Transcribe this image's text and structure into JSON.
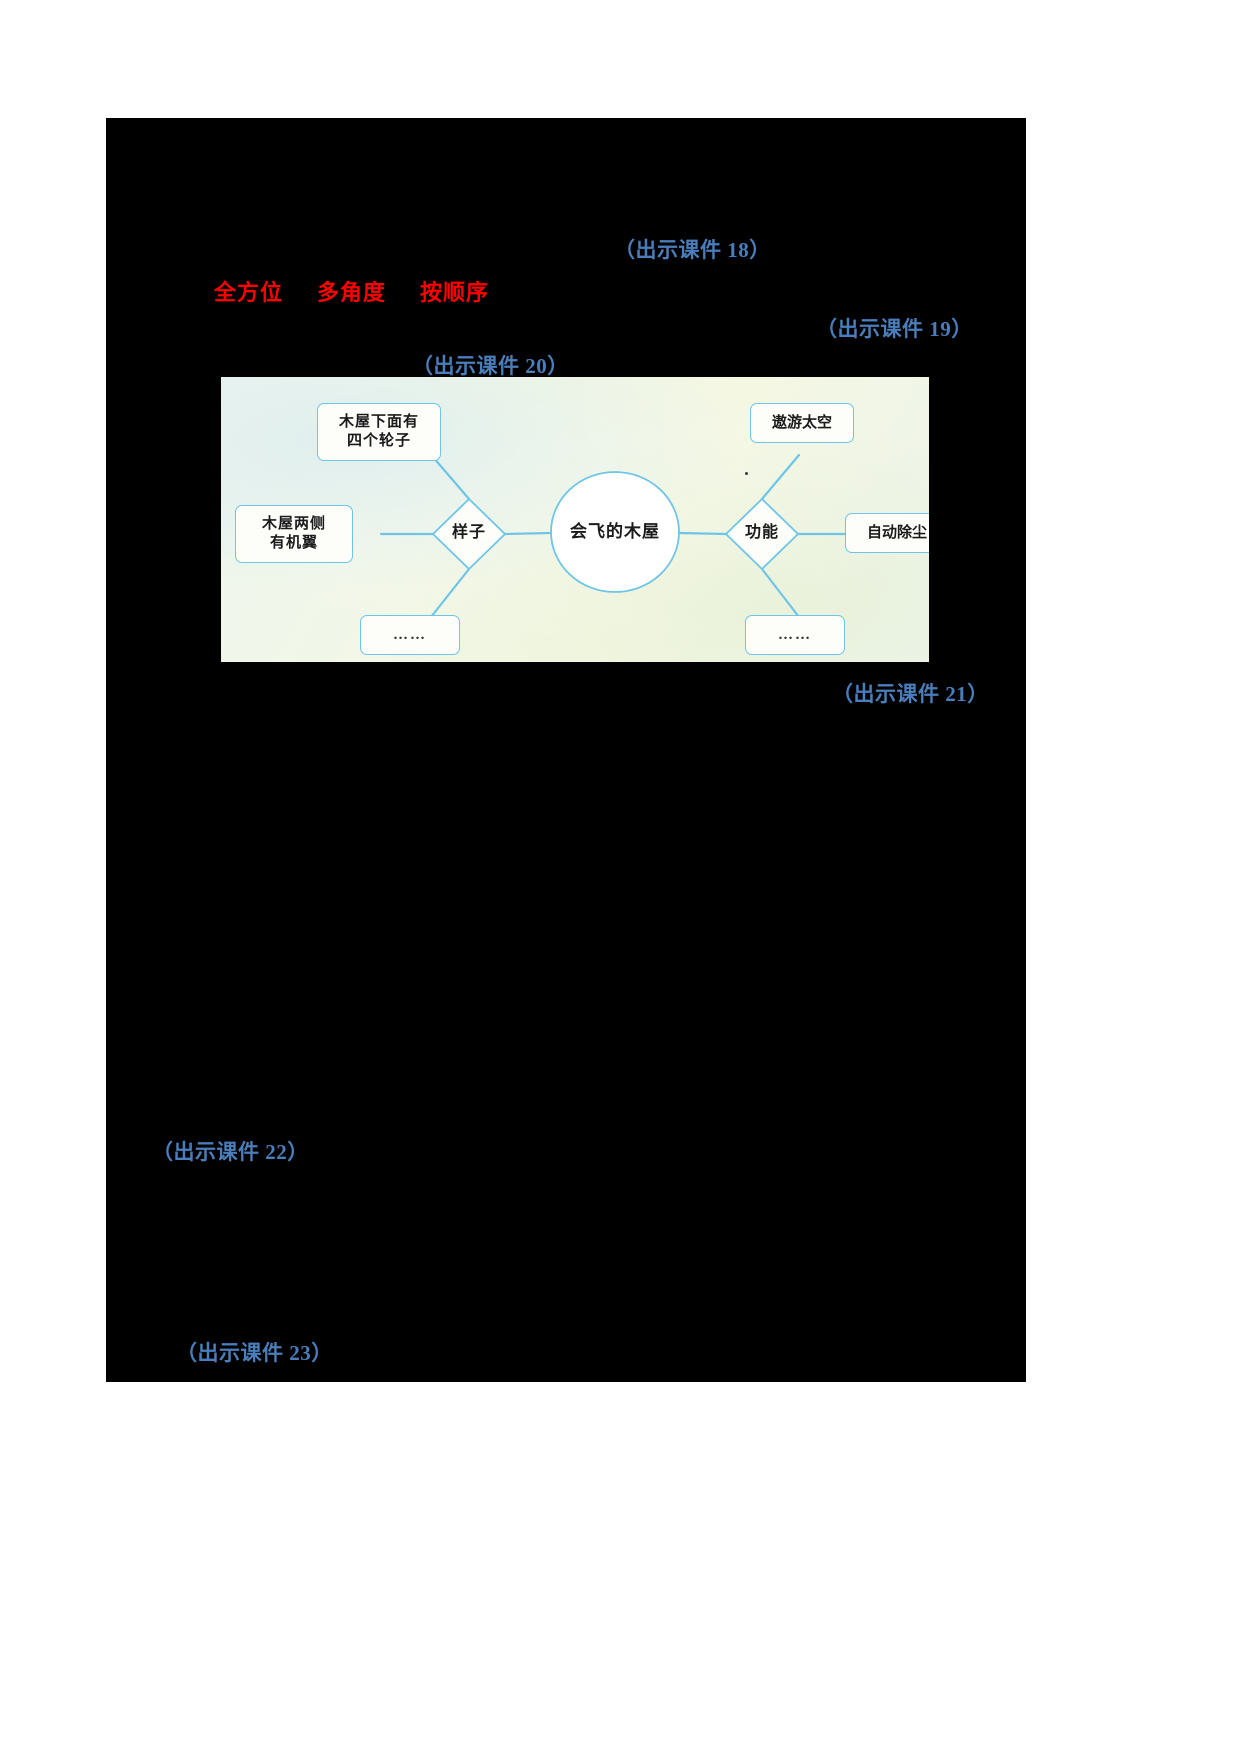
{
  "page": {
    "background_color": "#ffffff",
    "content_block_color": "#000000"
  },
  "markers": {
    "accent_color": "#4a7ebb",
    "items": [
      {
        "label": "（出示课件 18）",
        "name": "courseware-marker-18"
      },
      {
        "label": "（出示课件 19）",
        "name": "courseware-marker-19"
      },
      {
        "label": "（出示课件 20）",
        "name": "courseware-marker-20"
      },
      {
        "label": "（出示课件 21）",
        "name": "courseware-marker-21"
      },
      {
        "label": "（出示课件 22）",
        "name": "courseware-marker-22"
      },
      {
        "label": "（出示课件 23）",
        "name": "courseware-marker-23"
      }
    ]
  },
  "highlight_line": {
    "color": "#ff0000",
    "terms": [
      "全方位",
      "多角度",
      "按顺序"
    ]
  },
  "mindmap": {
    "center": "会飞的木屋",
    "branches": [
      {
        "name": "appearance",
        "label": "样子",
        "leaves": [
          "木屋下面有四个轮子",
          "木屋两侧有机翼",
          "……"
        ]
      },
      {
        "name": "function",
        "label": "功能",
        "leaves": [
          "遨游太空",
          "自动除尘",
          "……"
        ]
      }
    ],
    "leaf_texts": {
      "wheels_line1": "木屋下面有",
      "wheels_line2": "四个轮子",
      "wings_line1": "木屋两侧",
      "wings_line2": "有机翼",
      "dots_left": "……",
      "space_travel": "遨游太空",
      "auto_dust": "自动除尘",
      "dots_right": "……"
    },
    "stroke_color": "#6ec5e8"
  }
}
